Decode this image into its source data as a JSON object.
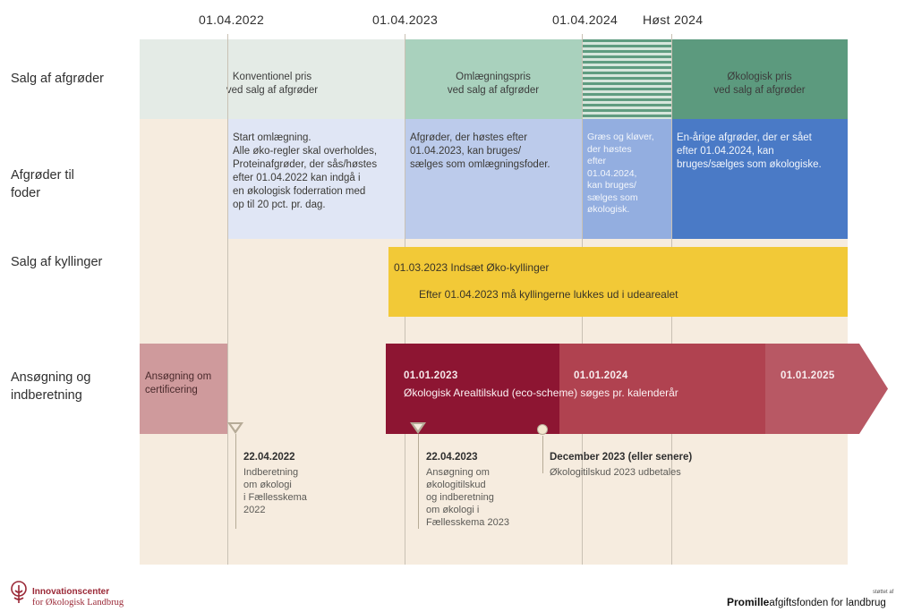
{
  "timeline_dates": [
    "01.04.2022",
    "01.04.2023",
    "01.04.2024",
    "Høst 2024"
  ],
  "rows": {
    "sale_crops": "Salg af afgrøder",
    "feed_crops": "Afgrøder til\nfoder",
    "sale_chickens": "Salg af kyllinger",
    "application": "Ansøgning og\nindberetning"
  },
  "price_blocks": [
    {
      "text": "Konventionel pris\nved salg af afgrøder",
      "color": "#e4ebe6"
    },
    {
      "text": "Omlægningspris\nved salg af afgrøder",
      "color": "#a9d1bd"
    },
    {
      "text": "Økologisk pris\nved salg af afgrøder",
      "color": "#5c9a7e"
    }
  ],
  "feed_blocks": [
    {
      "text": "Start omlægning.\nAlle øko-regler skal overholdes,\nProteinafgrøder, der sås/høstes\nefter 01.04.2022 kan indgå i\nen økologisk foderration med\nop til 20 pct. pr. dag.",
      "color": "#e0e6f5"
    },
    {
      "text": "Afgrøder, der høstes efter\n01.04.2023, kan bruges/\nsælges som omlægningsfoder.",
      "color": "#bccbeb"
    },
    {
      "text": "Græs og kløver,\nder høstes\nefter\n01.04.2024,\nkan bruges/\nsælges som\nøkologisk.",
      "color": "#93aee0"
    },
    {
      "text": "En-årige afgrøder, der er sået\nefter 01.04.2024, kan\nbruges/sælges som økologiske.",
      "color": "#4a7ac6"
    }
  ],
  "chickens": {
    "line1": "01.03.2023 Indsæt Øko-kyllinger",
    "line2": "Efter 01.04.2023 må kyllingerne lukkes ud i udearealet",
    "color": "#f2c937"
  },
  "application": {
    "cert_label": "Ansøgning om\ncertificering",
    "arrow_dates": [
      "01.01.2023",
      "01.01.2024",
      "01.01.2025"
    ],
    "arrow_text": "Økologisk Arealtilskud (eco-scheme) søges pr. kalenderår",
    "colors": [
      "#8d1532",
      "#b04250",
      "#b85864"
    ]
  },
  "events": [
    {
      "date": "22.04.2022",
      "text": "Indberetning\nom økologi\ni Fællesskema\n2022"
    },
    {
      "date": "22.04.2023",
      "text": "Ansøgning om\nøkologitilskud\nog indberetning\nom økologi i\nFællesskema 2023"
    },
    {
      "date": "December 2023 (eller senere)",
      "text": "Økologitilskud 2023 udbetales"
    }
  ],
  "footer": {
    "left_line1": "Innovationscenter",
    "left_line2": "for Økologisk Landbrug",
    "right_small": "støttet af",
    "right_bold": "Promille",
    "right_rest": "afgiftsfonden for landbrug"
  }
}
